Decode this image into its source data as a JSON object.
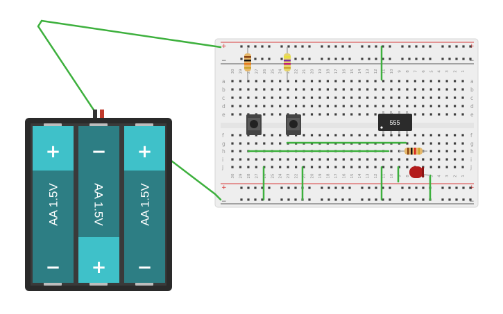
{
  "breadboard": {
    "column_labels": [
      "30",
      "29",
      "28",
      "27",
      "26",
      "25",
      "24",
      "23",
      "22",
      "21",
      "20",
      "19",
      "18",
      "17",
      "16",
      "15",
      "14",
      "13",
      "12",
      "11",
      "10",
      "9",
      "8",
      "7",
      "6",
      "5",
      "4",
      "3",
      "2",
      "1"
    ],
    "row_labels_top": [
      "a",
      "b",
      "c",
      "d",
      "e"
    ],
    "row_labels_bottom": [
      "f",
      "g",
      "h",
      "i",
      "j"
    ],
    "rail_plus": "+",
    "rail_minus": "−"
  },
  "ic": {
    "label": "555"
  },
  "battery_pack": {
    "cells": [
      {
        "label": "AA 1.5V",
        "top_sign": "+",
        "bottom_sign": "−"
      },
      {
        "label": "AA 1.5V",
        "top_sign": "−",
        "bottom_sign": "+"
      },
      {
        "label": "AA 1.5V",
        "top_sign": "+",
        "bottom_sign": "−"
      }
    ]
  },
  "colors": {
    "wire": "#3db03d",
    "battery_cell": "#3fc1c9",
    "battery_cell_dark": "#2d7e84",
    "battery_case": "#2a2a2a",
    "breadboard": "#f0f0f0",
    "rail_red": "#d83a3a",
    "rail_dark": "#555555",
    "led": "#b31b1b",
    "ic": "#2b2b2b"
  }
}
